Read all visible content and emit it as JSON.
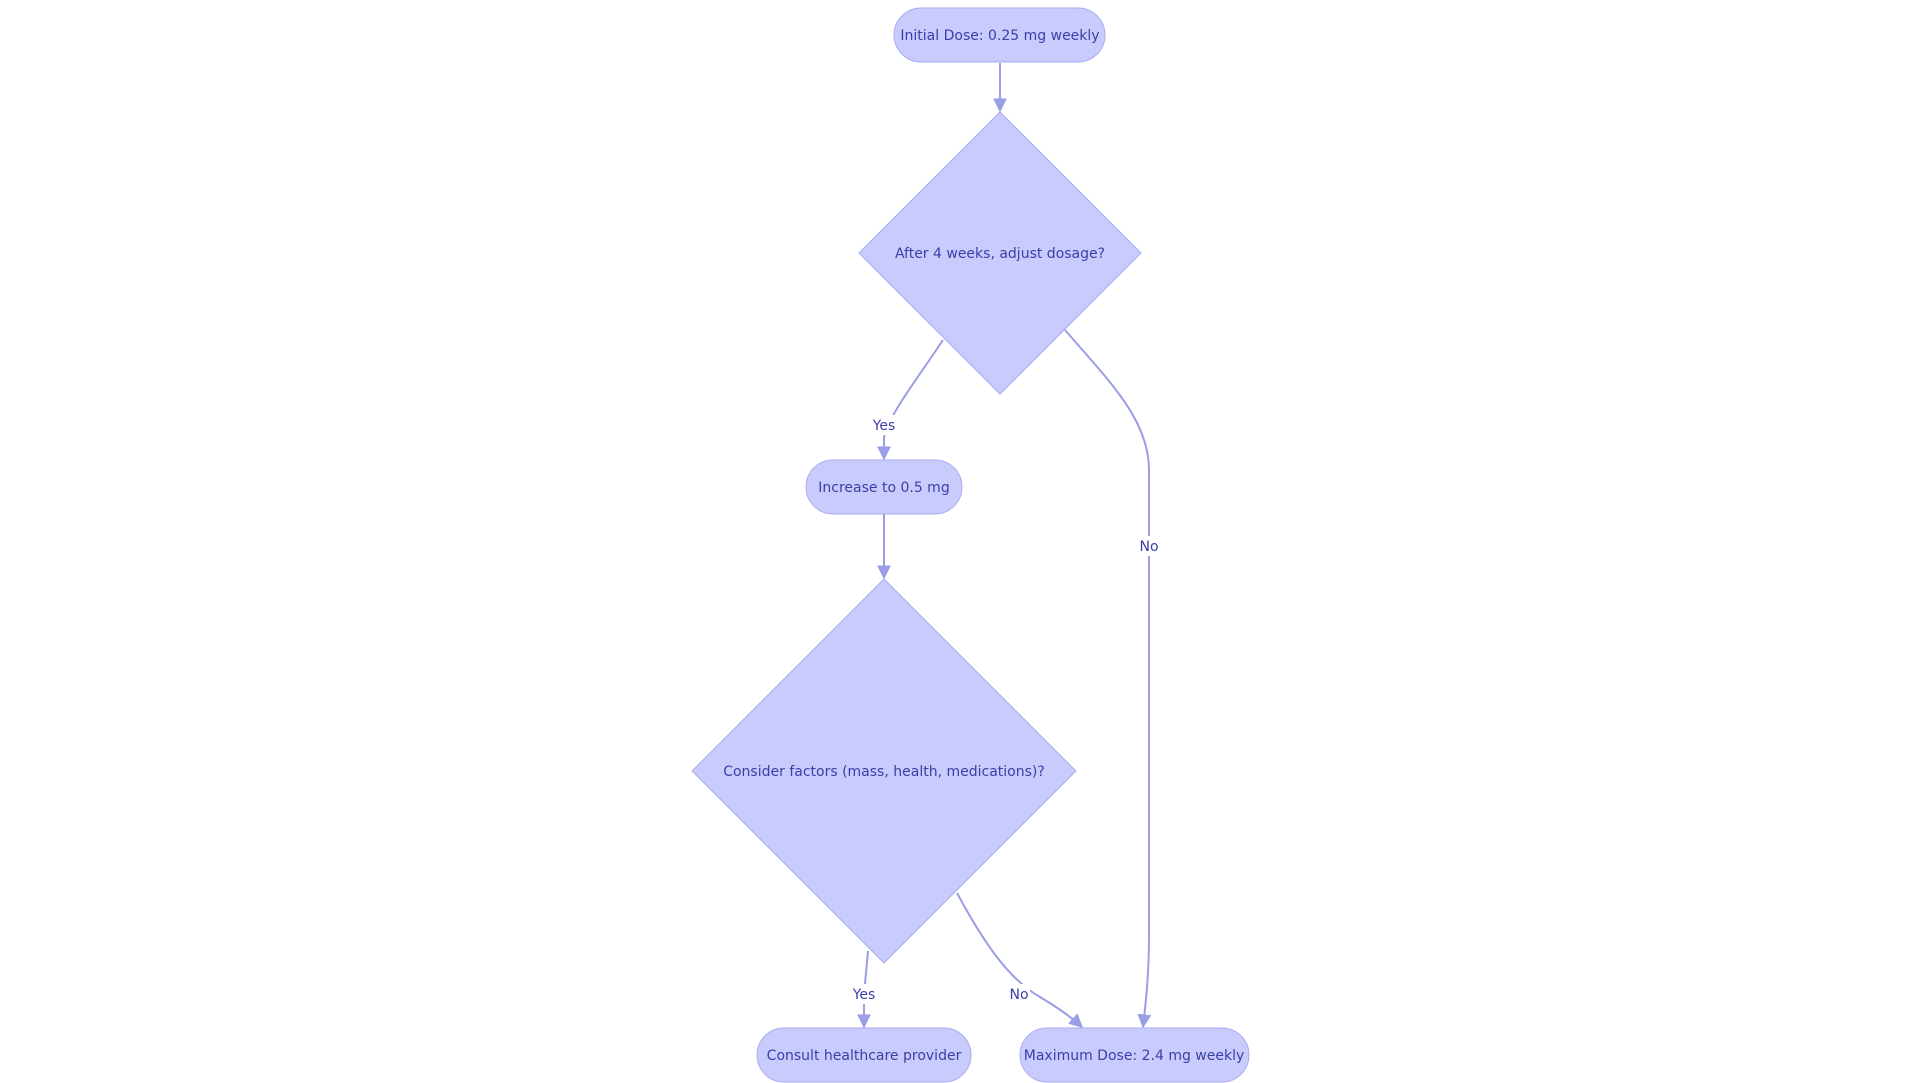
{
  "flowchart": {
    "nodes": {
      "initial_dose": "Initial Dose: 0.25 mg weekly",
      "adjust_decision": "After 4 weeks, adjust dosage?",
      "increase": "Increase to 0.5 mg",
      "factors_decision": "Consider factors (mass, health, medications)?",
      "consult": "Consult healthcare provider",
      "max_dose": "Maximum Dose: 2.4 mg weekly"
    },
    "edge_labels": {
      "adjust_yes": "Yes",
      "adjust_no": "No",
      "factors_yes": "Yes",
      "factors_no": "No"
    }
  },
  "colors": {
    "node_fill": "#c8cbfb",
    "node_stroke": "#a9adf0",
    "edge": "#9a9ee6",
    "text": "#3b3fa8"
  }
}
